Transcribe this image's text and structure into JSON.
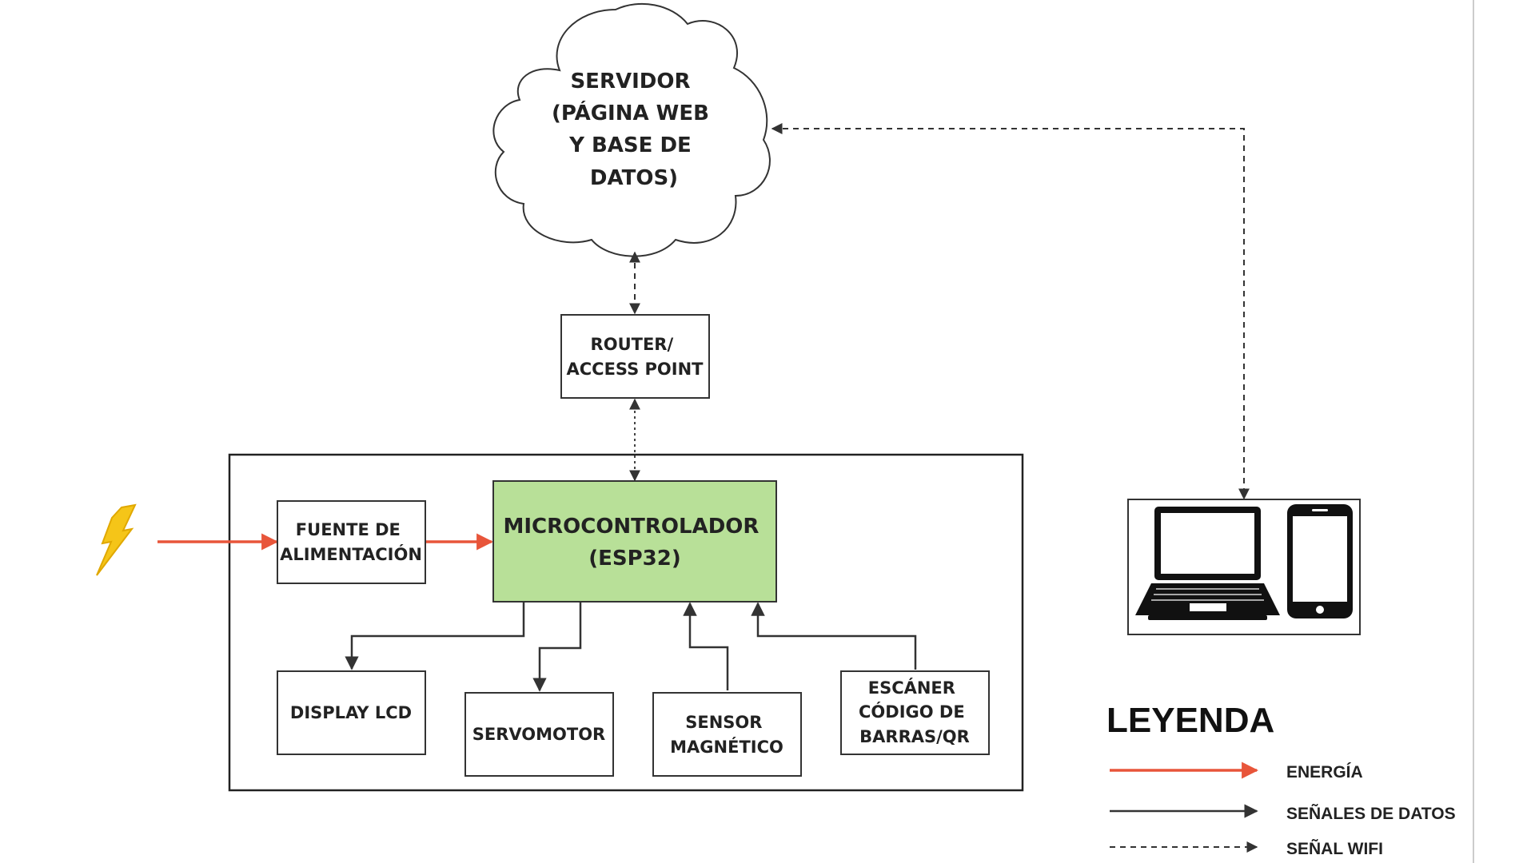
{
  "server": {
    "lines": [
      "SERVIDOR",
      "(PÁGINA WEB",
      "Y BASE DE",
      "DATOS)"
    ]
  },
  "router": {
    "lines": [
      "ROUTER/",
      "ACCESS POINT"
    ]
  },
  "power_supply": {
    "lines": [
      "FUENTE DE",
      "ALIMENTACIÓN"
    ]
  },
  "microcontroller": {
    "lines": [
      "MICROCONTROLADOR",
      "(ESP32)"
    ]
  },
  "display": {
    "lines": [
      "DISPLAY LCD"
    ]
  },
  "servo": {
    "lines": [
      "SERVOMOTOR"
    ]
  },
  "sensor": {
    "lines": [
      "SENSOR",
      "MAGNÉTICO"
    ]
  },
  "scanner": {
    "lines": [
      "ESCÁNER",
      "CÓDIGO DE",
      "BARRAS/QR"
    ]
  },
  "devices": {
    "icons": [
      "laptop-icon",
      "smartphone-icon"
    ]
  },
  "power_source": {
    "icon": "lightning-bolt-icon"
  },
  "legend": {
    "title": "LEYENDA",
    "items": [
      {
        "label": "ENERGÍA",
        "style": "energy"
      },
      {
        "label": "SEÑALES DE DATOS",
        "style": "data"
      },
      {
        "label": "SEÑAL WIFI",
        "style": "wifi"
      }
    ]
  },
  "colors": {
    "energy": "#e8553a",
    "microcontroller_fill": "#b8e098",
    "lightning": "#f5c518",
    "lightning_stroke": "#e0a800"
  }
}
